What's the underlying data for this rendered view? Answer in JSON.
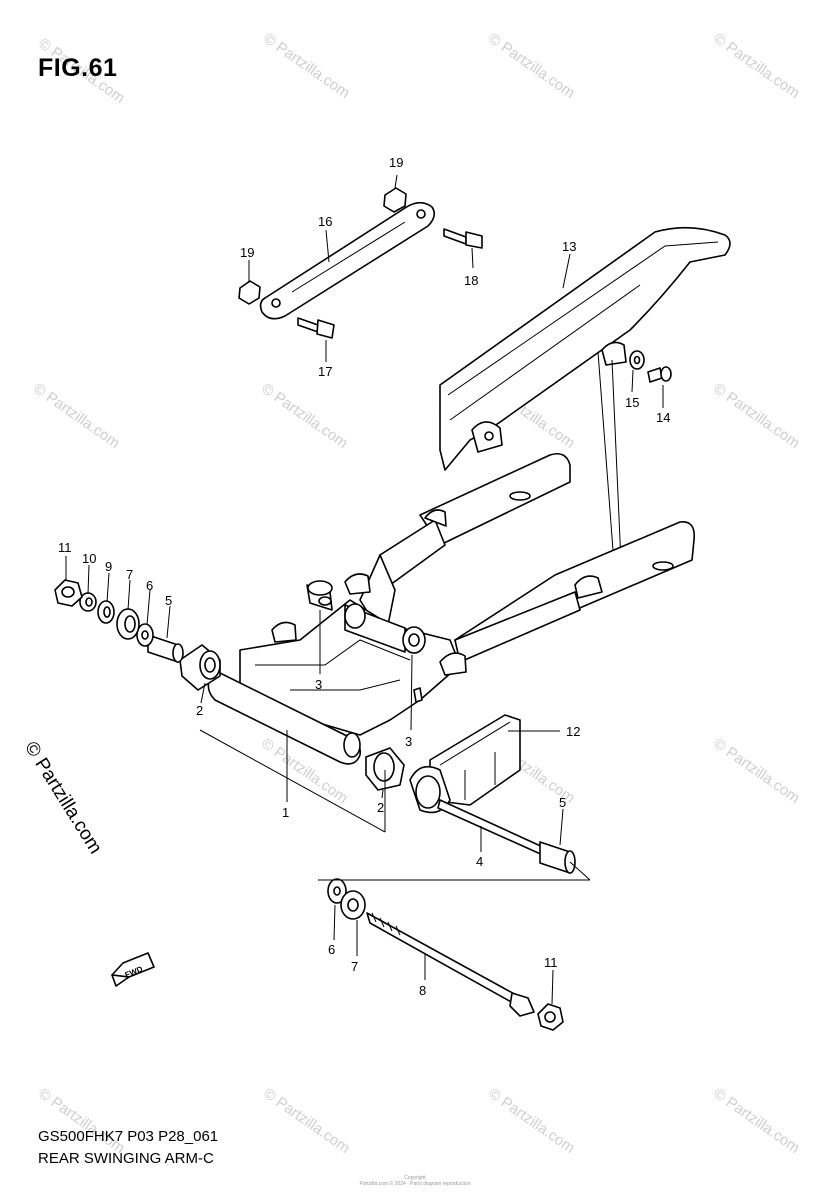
{
  "figure": {
    "title": "FIG.61",
    "code": "GS500FHK7 P03 P28_061",
    "name": "REAR SWINGING ARM-C",
    "fwd_label": "FWD"
  },
  "watermark": {
    "text": "© Partzilla.com",
    "side_text": "© Partzilla.com",
    "fine_print": [
      "Copyright",
      "Partzilla.com © 2024 · Parts diagram reproduction"
    ]
  },
  "callouts": [
    "19",
    "16",
    "19",
    "18",
    "13",
    "17",
    "15",
    "14",
    "11",
    "10",
    "9",
    "7",
    "6",
    "5",
    "3",
    "3",
    "2",
    "12",
    "1",
    "2",
    "5",
    "4",
    "6",
    "7",
    "8",
    "11"
  ]
}
